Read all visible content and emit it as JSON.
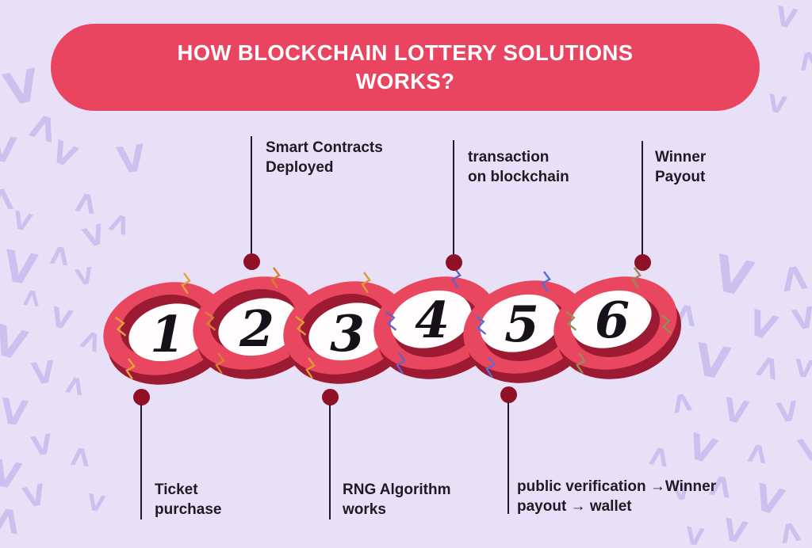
{
  "banner": {
    "title_line1": "HOW BLOCKCHAIN LOTTERY SOLUTIONS",
    "title_line2": "WORKS?"
  },
  "steps": [
    {
      "number": "1",
      "side": "bottom",
      "label_line1": "Ticket",
      "label_line2": "purchase"
    },
    {
      "number": "2",
      "side": "top",
      "label_line1": "Smart Contracts",
      "label_line2": "Deployed"
    },
    {
      "number": "3",
      "side": "bottom",
      "label_line1": "RNG Algorithm",
      "label_line2": "works"
    },
    {
      "number": "4",
      "side": "top",
      "label_line1": "transaction",
      "label_line2": "on blockchain"
    },
    {
      "number": "5",
      "side": "bottom",
      "label_line1": "public verification →Winner",
      "label_line2": "payout → wallet"
    },
    {
      "number": "6",
      "side": "top",
      "label_line1": "Winner",
      "label_line2": "Payout"
    }
  ],
  "colors": {
    "background": "#e7e0f7",
    "pattern": "#b0a1e6",
    "banner": "#e94560",
    "banner_text": "#ffffff",
    "ring_face": "#e8475f",
    "ring_shadow": "#9c1b33",
    "ring_center": "#fffdfe",
    "number_text": "#17121a",
    "connector_line": "#241a2e",
    "connector_dot": "#8e1127",
    "label_text": "#1d1b24",
    "accents": [
      "#e3a33b",
      "#d97f2c",
      "#e09a31",
      "#6b5ec5",
      "#5b6bcf",
      "#958d58"
    ]
  },
  "decor": {
    "pattern_glyph": "V"
  }
}
